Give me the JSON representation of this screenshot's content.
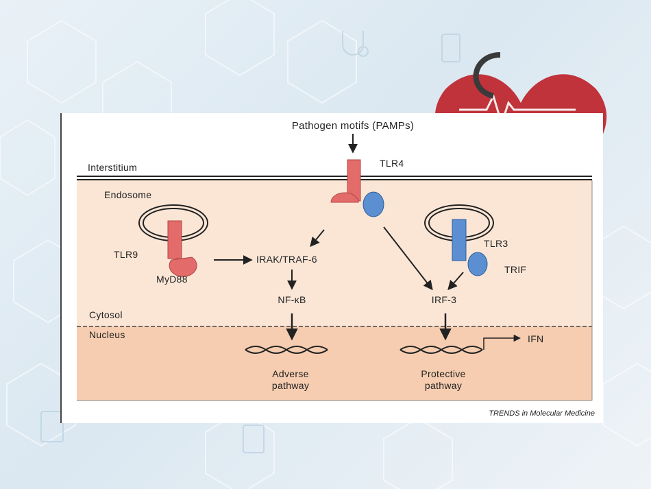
{
  "diagram": {
    "pamps_label": "Pathogen motifs (PAMPs)",
    "interstitium_label": "Interstitium",
    "tlr4_label": "TLR4",
    "endosome_label": "Endosome",
    "tlr9_label": "TLR9",
    "myd88_label": "MyD88",
    "irak_label": "IRAK/TRAF-6",
    "tlr3_label": "TLR3",
    "trif_label": "TRIF",
    "nfkb_label": "NF-κB",
    "irf3_label": "IRF-3",
    "cytosol_label": "Cytosol",
    "nucleus_label": "Nucleus",
    "ifn_label": "IFN",
    "adverse_label": [
      "Adverse",
      "pathway"
    ],
    "protective_label": [
      "Protective",
      "pathway"
    ],
    "caption": "TRENDS in Molecular Medicine"
  },
  "colors": {
    "cytosol_bg": "#fbe6d6",
    "nucleus_bg": "#f6cdb0",
    "tlr_red": "#e36b69",
    "tlr_blue": "#5b8fd1"
  }
}
